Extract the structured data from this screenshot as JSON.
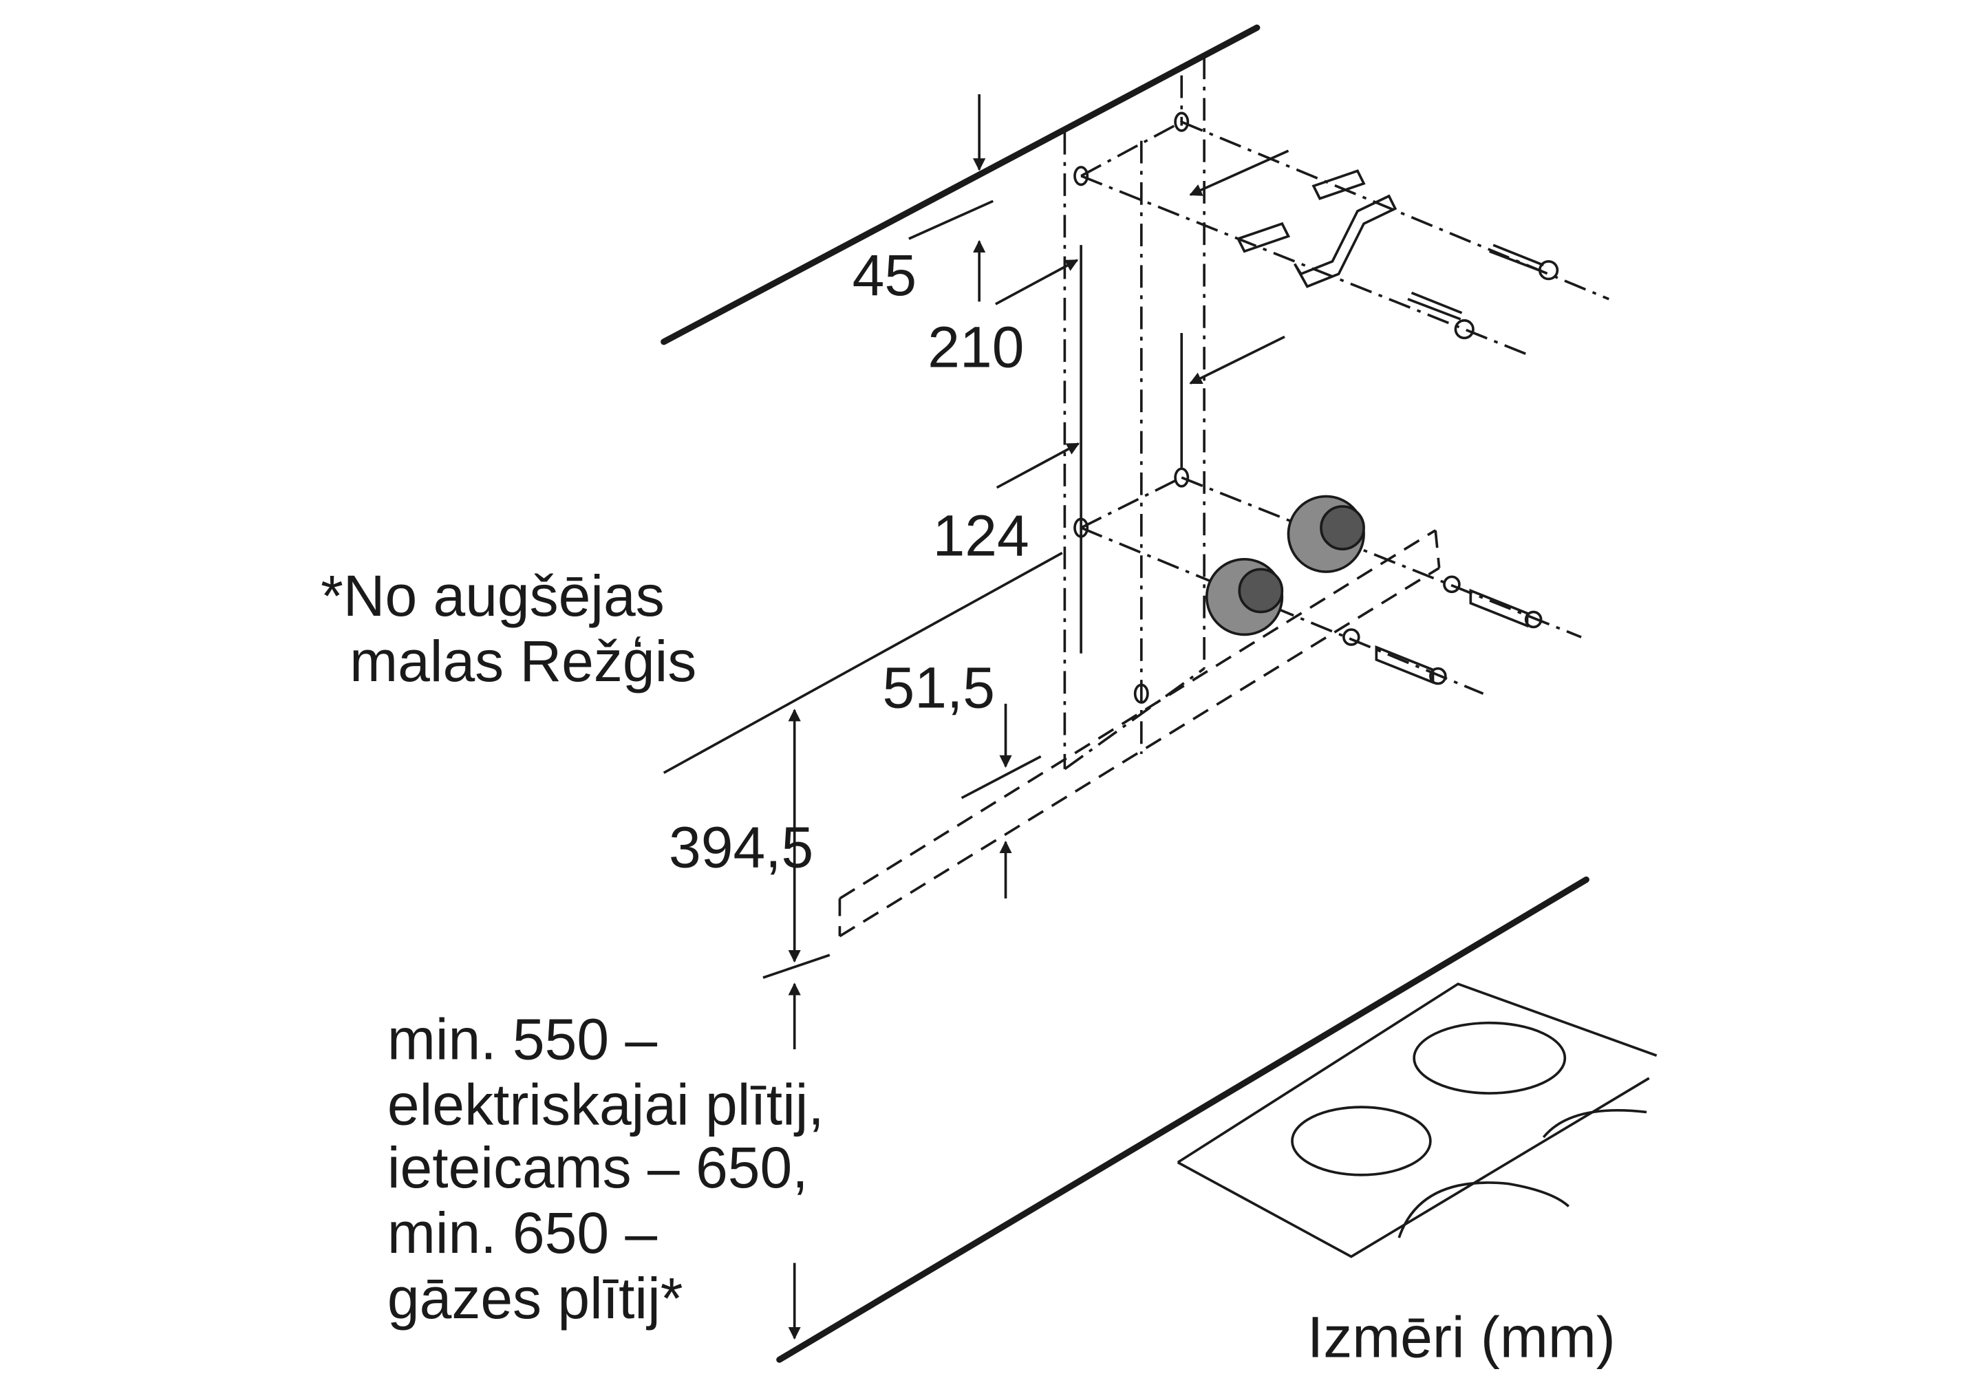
{
  "dimensions": {
    "d45": "45",
    "d210": "210",
    "d124": "124",
    "d51_5": "51,5",
    "d394_5": "394,5"
  },
  "note_top": [
    "*No augšējas",
    "malas Režģis"
  ],
  "note_bottom": [
    "min. 550 –",
    "elektriskajai plītij,",
    "ieteicams – 650,",
    "min. 650 –",
    "gāzes plītij*"
  ],
  "units_label": "Izmēri (mm)",
  "colors": {
    "line": "#1a1a1a",
    "knob": "#8a8a8a"
  }
}
